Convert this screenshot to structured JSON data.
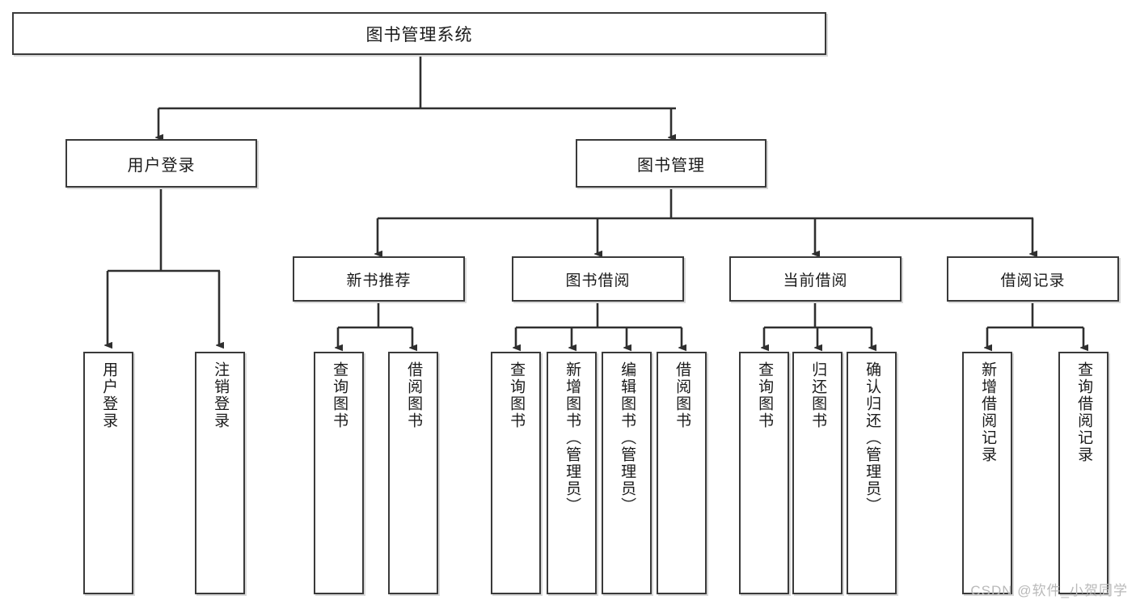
{
  "diagram": {
    "title": "图书管理系统",
    "type": "functional-decomposition-tree",
    "root": {
      "id": "root",
      "label": "图书管理系统"
    },
    "level2": [
      {
        "id": "user-login",
        "label": "用户登录"
      },
      {
        "id": "book-manage",
        "label": "图书管理"
      }
    ],
    "level3": [
      {
        "id": "new-book-rec",
        "label": "新书推荐",
        "parent": "book-manage"
      },
      {
        "id": "book-borrow",
        "label": "图书借阅",
        "parent": "book-manage"
      },
      {
        "id": "current-borrow",
        "label": "当前借阅",
        "parent": "book-manage"
      },
      {
        "id": "borrow-record",
        "label": "借阅记录",
        "parent": "book-manage"
      }
    ],
    "leaves": [
      {
        "id": "leaf-user-login",
        "label": "用户登录",
        "parent": "user-login"
      },
      {
        "id": "leaf-logout",
        "label": "注销登录",
        "parent": "user-login"
      },
      {
        "id": "leaf-query-book-1",
        "label": "查询图书",
        "parent": "new-book-rec"
      },
      {
        "id": "leaf-borrow-book-1",
        "label": "借阅图书",
        "parent": "new-book-rec"
      },
      {
        "id": "leaf-query-book-2",
        "label": "查询图书",
        "parent": "book-borrow"
      },
      {
        "id": "leaf-add-book",
        "label": "新增图书（管理员）",
        "parent": "book-borrow"
      },
      {
        "id": "leaf-edit-book",
        "label": "编辑图书（管理员）",
        "parent": "book-borrow"
      },
      {
        "id": "leaf-borrow-book-2",
        "label": "借阅图书",
        "parent": "book-borrow"
      },
      {
        "id": "leaf-query-book-3",
        "label": "查询图书",
        "parent": "current-borrow"
      },
      {
        "id": "leaf-return-book",
        "label": "归还图书",
        "parent": "current-borrow"
      },
      {
        "id": "leaf-confirm-return",
        "label": "确认归还（管理员）",
        "parent": "current-borrow"
      },
      {
        "id": "leaf-add-record",
        "label": "新增借阅记录",
        "parent": "borrow-record"
      },
      {
        "id": "leaf-query-record",
        "label": "查询借阅记录",
        "parent": "borrow-record"
      }
    ],
    "colors": {
      "box_border": "#3a3a3a",
      "box_fill": "#ffffff",
      "connector": "#2f2f2f",
      "text": "#1b1b1b",
      "watermark": "#b9b9b9",
      "background": "#ffffff"
    }
  },
  "watermark": {
    "text": "CSDN @软件_小贺同学"
  }
}
